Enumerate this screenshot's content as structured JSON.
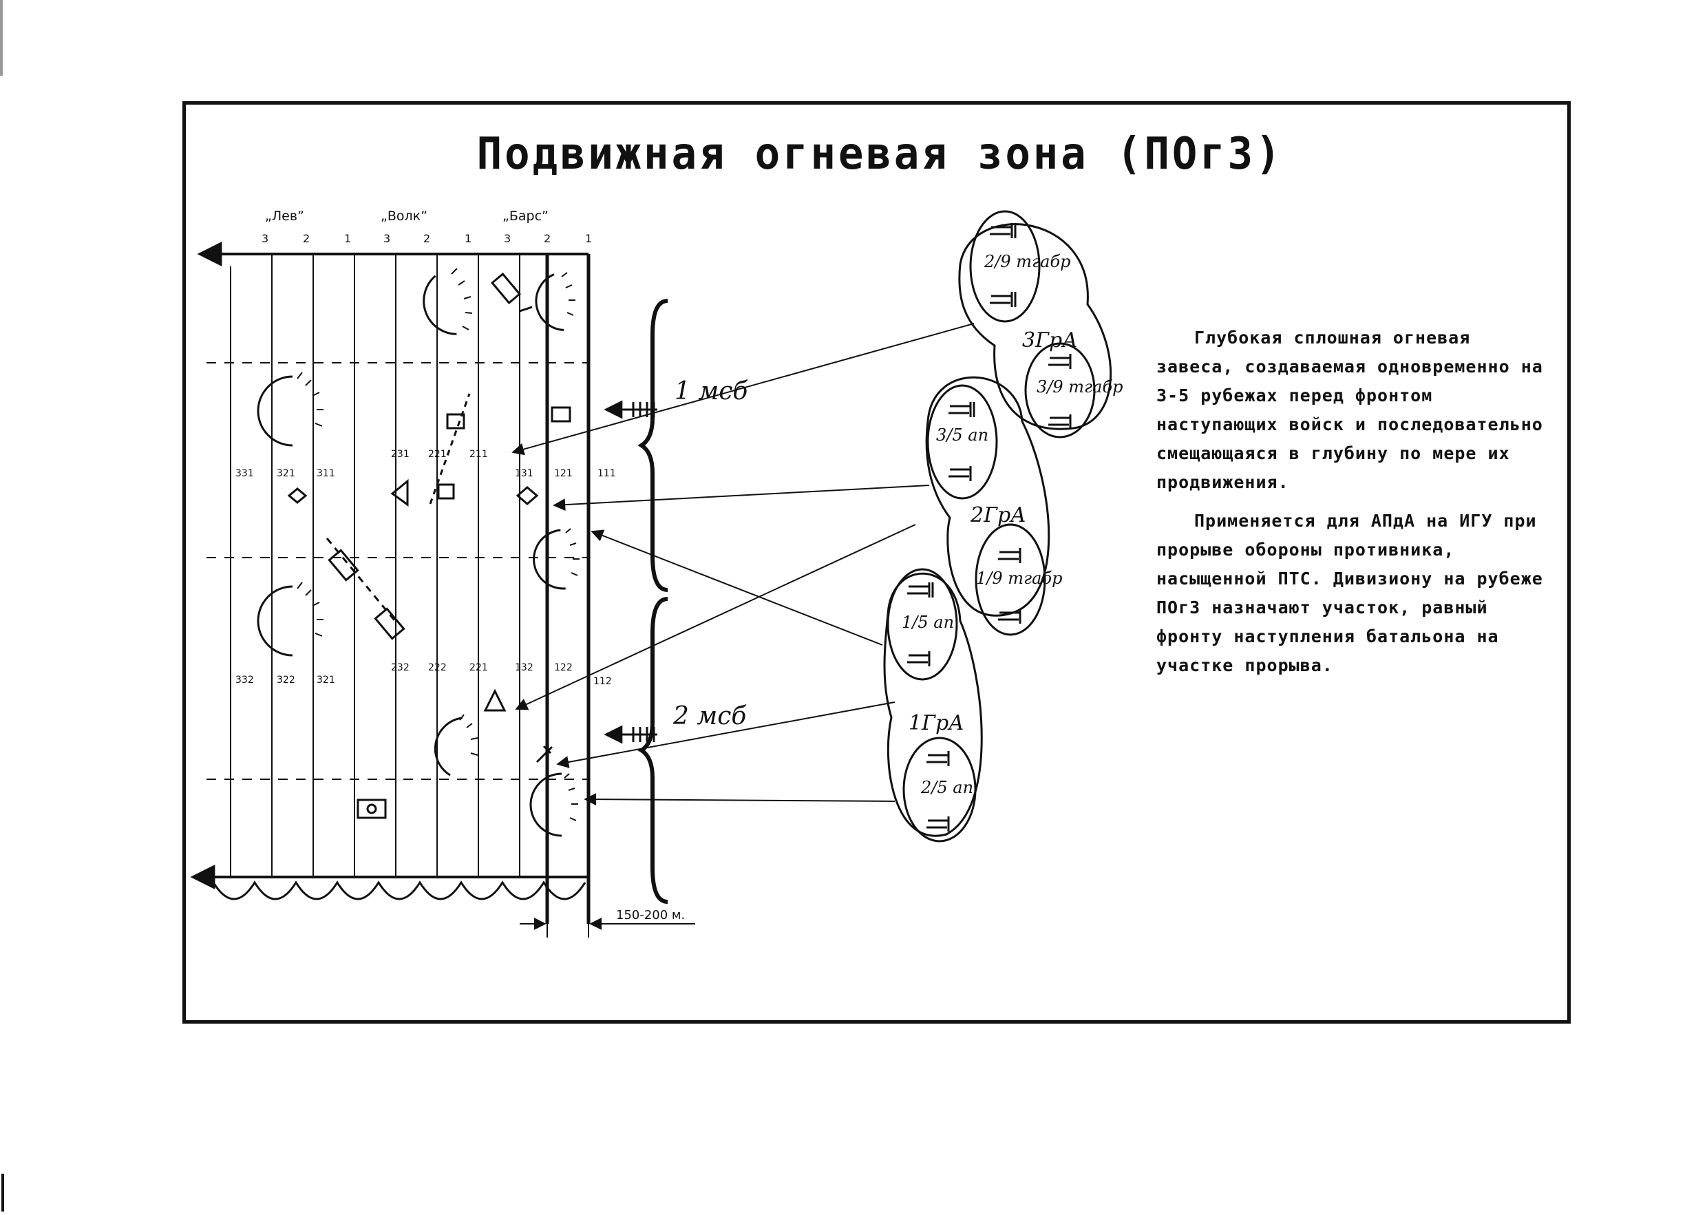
{
  "title": "Подвижная огневая зона   (ПОгЗ)",
  "battalions": [
    {
      "name": "„Лев”",
      "columns": [
        "3",
        "2",
        "1"
      ]
    },
    {
      "name": "„Волк”",
      "columns": [
        "3",
        "2",
        "1"
      ]
    },
    {
      "name": "„Барс”",
      "columns": [
        "3",
        "2",
        "1"
      ]
    }
  ],
  "line_labels_upper": [
    "331",
    "321",
    "311",
    "231",
    "221",
    "211",
    "131",
    "121",
    "111"
  ],
  "line_labels_lower": [
    "332",
    "322",
    "321",
    "232",
    "222",
    "221",
    "132",
    "122",
    "112"
  ],
  "distance_label": "150-200 м.",
  "brackets": [
    {
      "label": "1 мсб"
    },
    {
      "label": "2 мсб"
    }
  ],
  "artillery_groups": [
    {
      "name": "3ГрА",
      "units": [
        "2/9 тгабр",
        "3/9 тгабр"
      ]
    },
    {
      "name": "2ГрА",
      "units": [
        "3/5 ап",
        "1/9 тгабр"
      ]
    },
    {
      "name": "1ГрА",
      "units": [
        "1/5 ап",
        "2/5 ап"
      ]
    }
  ],
  "notes": [
    "Глубокая сплошная огневая завеса, создаваемая одновременно на 3-5 рубежах перед фронтом наступающих войск и последовательно смещающаяся в глубину по мере их продвижения.",
    "Применяется для АПдА на ИГУ при прорыве обороны противника, насыщенной ПТС. Дивизиону на рубеже ПОгЗ назначают участок, равный фронту наступления батальона на участке прорыва."
  ],
  "colors": {
    "ink": "#111111",
    "paper": "#ffffff"
  }
}
